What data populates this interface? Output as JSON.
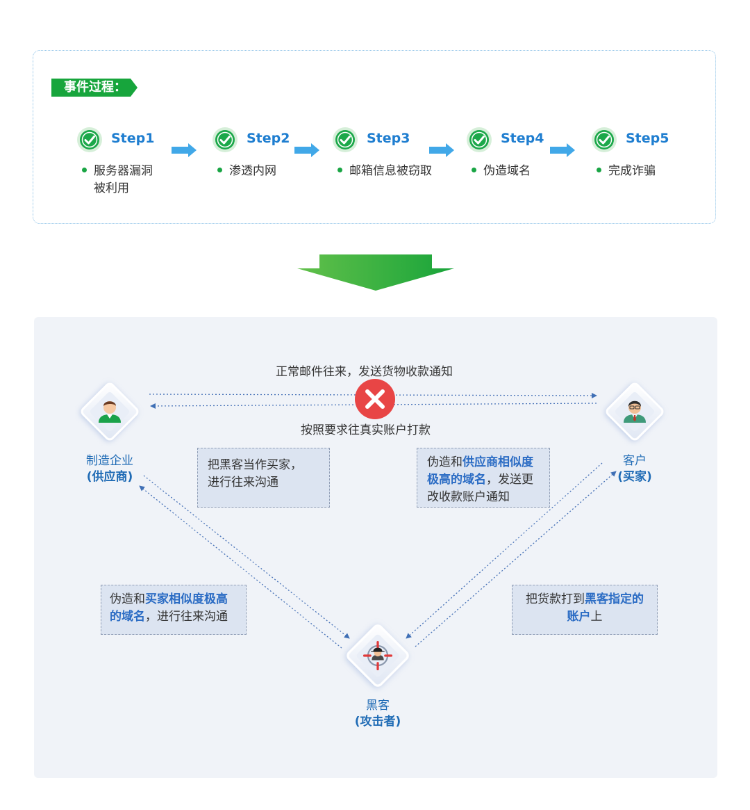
{
  "process": {
    "title": "事件过程：",
    "steps": [
      {
        "label": "Step1",
        "desc_line1": "服务器漏洞",
        "desc_line2": "被利用"
      },
      {
        "label": "Step2",
        "desc_line1": "渗透内网",
        "desc_line2": ""
      },
      {
        "label": "Step3",
        "desc_line1": "邮箱信息被窃取",
        "desc_line2": ""
      },
      {
        "label": "Step4",
        "desc_line1": "伪造域名",
        "desc_line2": ""
      },
      {
        "label": "Step5",
        "desc_line1": "完成诈骗",
        "desc_line2": ""
      }
    ]
  },
  "diagram": {
    "supplier": {
      "name": "制造企业",
      "sub": "(供应商)"
    },
    "customer": {
      "name": "客户",
      "sub": "(买家)"
    },
    "hacker": {
      "name": "黑客",
      "sub": "(攻击者)"
    },
    "flow_top": "正常邮件往来，发送货物收款通知",
    "flow_bottom": "按照要求往真实账户打款",
    "note_left_top": {
      "line1": "把黑客当作买家，",
      "line2": "进行往来沟通"
    },
    "note_right_top": {
      "pre": "伪造和",
      "hl1": "供应商相似度",
      "hl2": "极高的域名",
      "post1": "，发送更",
      "line3": "改收款账户通知"
    },
    "note_left_bottom": {
      "pre": "伪造和",
      "hl1": "买家相似度极高",
      "hl2": "的域名",
      "post": "，进行往来沟通"
    },
    "note_right_bottom": {
      "pre": "把货款打到",
      "hl1": "黑客指定的",
      "hl2": "账户",
      "post": "上"
    }
  },
  "colors": {
    "green": "#17a53c",
    "blue_text": "#1f7ed0",
    "arrow_blue": "#41a8e8",
    "red_x": "#e84040",
    "highlight": "#2b6cc4"
  }
}
